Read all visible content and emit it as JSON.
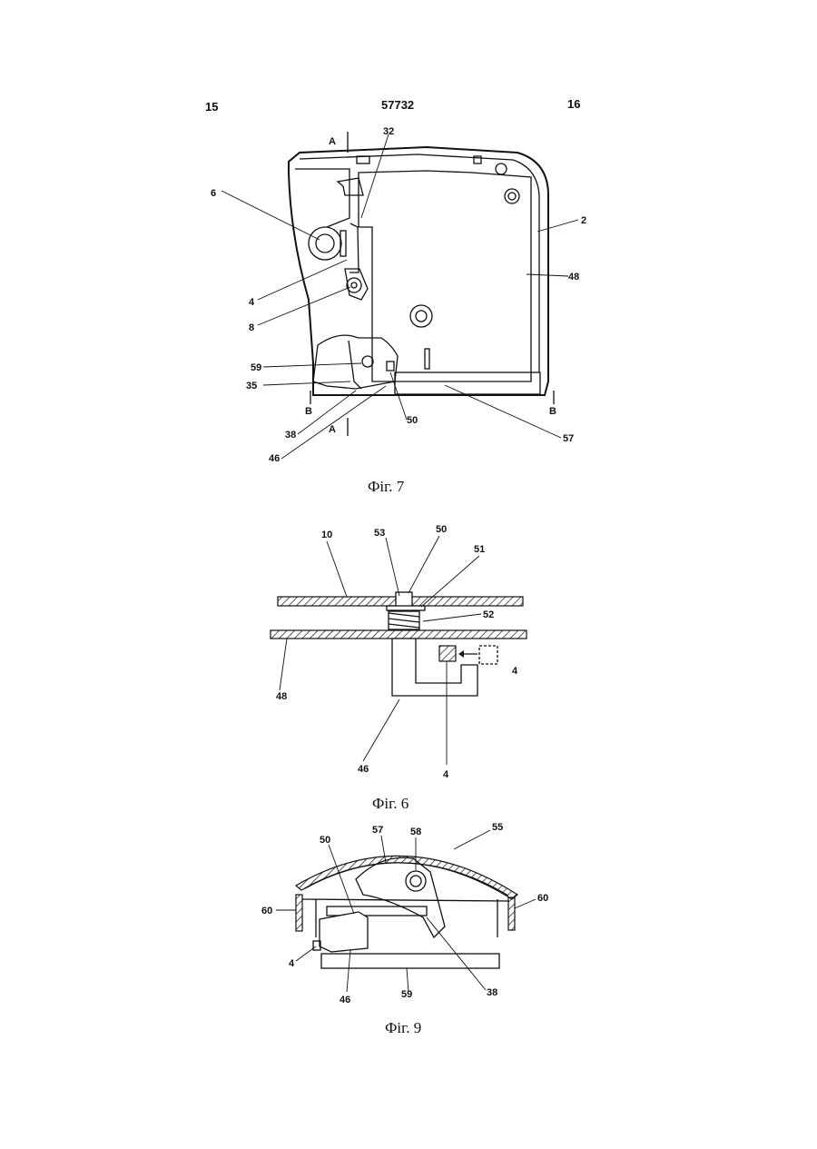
{
  "header": {
    "left_page": "15",
    "center_number": "57732",
    "right_page": "16"
  },
  "figures": {
    "fig7": {
      "caption": "Фіг. 7",
      "labels": [
        "A",
        "32",
        "6",
        "2",
        "48",
        "4",
        "8",
        "59",
        "35",
        "B",
        "38",
        "50",
        "B",
        "A",
        "46",
        "57"
      ]
    },
    "fig6": {
      "caption": "Фіг. 6",
      "labels": [
        "10",
        "53",
        "50",
        "51",
        "52",
        "48",
        "4",
        "46",
        "4"
      ]
    },
    "fig9": {
      "caption": "Фіг. 9",
      "labels": [
        "57",
        "58",
        "55",
        "50",
        "60",
        "60",
        "4",
        "46",
        "59",
        "38"
      ]
    }
  }
}
